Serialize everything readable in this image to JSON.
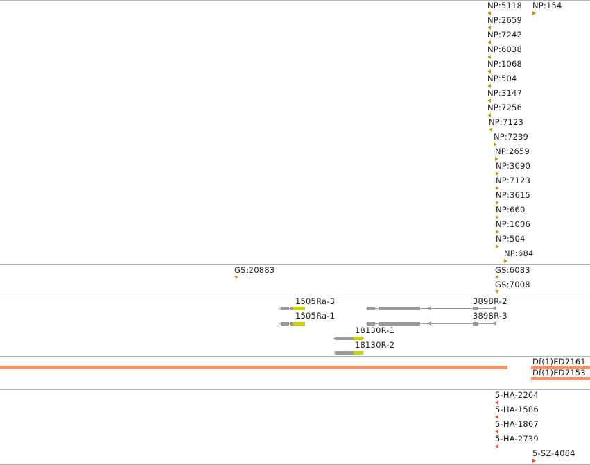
{
  "tracks": {
    "np_track": {
      "features": [
        "NP:5118",
        "NP:154",
        "NP:2659",
        "NP:7242",
        "NP:6038",
        "NP:1068",
        "NP:504",
        "NP:3147",
        "NP:7256",
        "NP:7123",
        "NP:7239",
        "NP:2659",
        "NP:3090",
        "NP:7123",
        "NP:3615",
        "NP:660",
        "NP:1006",
        "NP:504",
        "NP:684"
      ]
    },
    "gs_track": {
      "features": [
        "GS:20883",
        "GS:6083",
        "GS:7008"
      ]
    },
    "gene_track": {
      "features": [
        "1505Ra-3",
        "1505Ra-1",
        "18130R-1",
        "18130R-2",
        "3898R-2",
        "3898R-3"
      ]
    },
    "deficiency_track": {
      "features": [
        "Df(1)ED7161",
        "Df(1)ED7153"
      ]
    },
    "ha_track": {
      "features": [
        "5-HA-2264",
        "5-HA-1586",
        "5-HA-1867",
        "5-HA-2739",
        "5-SZ-4084"
      ]
    }
  },
  "colors": {
    "separator": "#b8b8b8",
    "np_marker": "#c8960e",
    "deficiency_bar": "#f0966a",
    "ha_marker": "#e4573b",
    "gene_body": "#9a9a9a",
    "gene_cds": "#c6d400"
  }
}
